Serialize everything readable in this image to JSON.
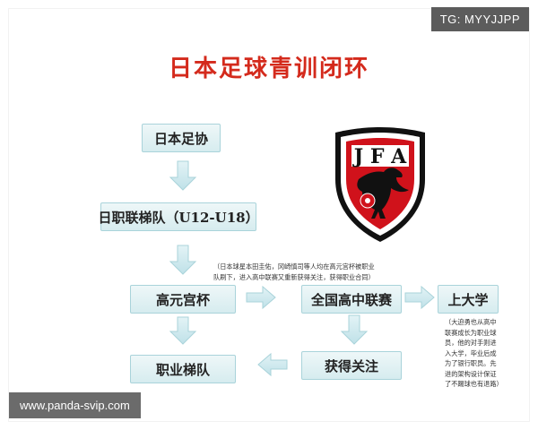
{
  "watermark_tag": "TG: MYYJJPP",
  "watermark_url": "www.panda-svip.com",
  "title": "日本足球青训闭环",
  "logo": {
    "text": "JFA",
    "icon": "jfa-yatagarasu-crow-crest"
  },
  "nodes": {
    "jfa": "日本足协",
    "club_youth": "日职联梯队（U12-U18）",
    "koshien": "高元宫杯",
    "highschool": "全国高中联赛",
    "university": "上大学",
    "attention": "获得关注",
    "pro_team": "职业梯队"
  },
  "notes": {
    "top_lines": [
      "（日本球星本田圭佑，冈崎慎司等人均在高元宫杯被职业",
      "队刷下，进入高中联赛又重新获得关注，获得职业合同）"
    ],
    "right_lines": [
      "（大迫勇也从高中",
      "联赛成长为职业球",
      "员，他的对手则进",
      "入大学，毕业后成",
      "为了银行职员。先",
      "进的架构设计保证",
      "了不踢球也有退路）"
    ]
  },
  "colors": {
    "title": "#d42a1c",
    "node_fill": "#dcefF2",
    "arrow": "#c9e6ec",
    "crest_red": "#d0121b"
  }
}
